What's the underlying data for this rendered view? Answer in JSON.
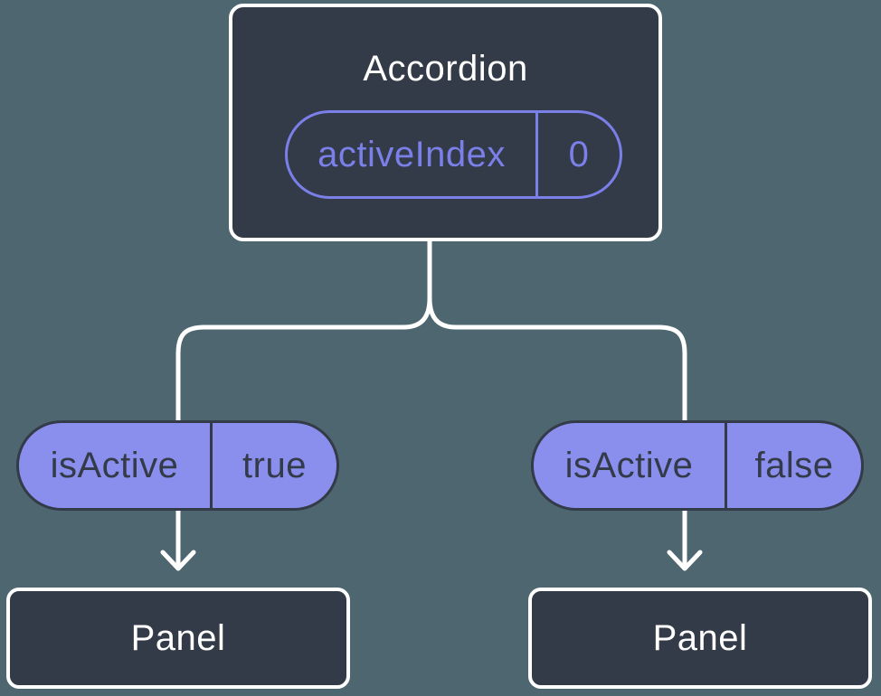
{
  "colors": {
    "background": "#4D666F",
    "node_fill": "#333A48",
    "node_border": "#FFFFFF",
    "title_text": "#FFFFFF",
    "connector": "#FFFFFF",
    "accent": "#7A80E8",
    "pill_fill": "#8A8FED",
    "pill_border": "#333A48",
    "pill_text": "#333A48"
  },
  "tree": {
    "root": {
      "title": "Accordion",
      "state_pill": {
        "label": "activeIndex",
        "value": "0"
      }
    },
    "branches": [
      {
        "prop_pill": {
          "label": "isActive",
          "value": "true"
        },
        "child": {
          "title": "Panel"
        }
      },
      {
        "prop_pill": {
          "label": "isActive",
          "value": "false"
        },
        "child": {
          "title": "Panel"
        }
      }
    ]
  }
}
